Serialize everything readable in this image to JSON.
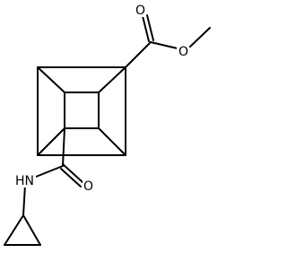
{
  "molecule": {
    "atoms": {
      "O_carbonyl_ester": "O",
      "O_ester": "O",
      "N_amide": "HN",
      "O_carbonyl_amide": "O"
    }
  },
  "colors": {
    "bond": "#000000",
    "label": "#000000",
    "background": "#ffffff"
  }
}
